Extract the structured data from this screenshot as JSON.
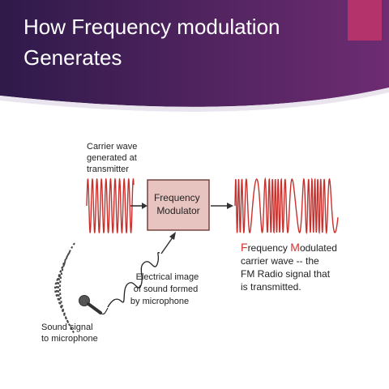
{
  "slide": {
    "title_line1": "How Frequency modulation",
    "title_line2": "Generates",
    "colors": {
      "header_dark": "#2f1a4a",
      "header_light": "#6e2c72",
      "accent": "#b5336b",
      "wave": "#c9302c",
      "modulator_box": "#e8c4c0"
    }
  },
  "diagram": {
    "carrier_label": [
      "Carrier wave",
      "generated at",
      "transmitter"
    ],
    "modulator_label": [
      "Frequency",
      "Modulator"
    ],
    "electrical_label": [
      "Electrical image",
      "of sound formed",
      "by microphone"
    ],
    "sound_label": [
      "Sound signal",
      "to microphone"
    ],
    "fm_label": {
      "line1_F": "F",
      "line1_a": "requency ",
      "line1_M": "M",
      "line1_b": "odulated",
      "line2": "carrier wave -- the",
      "line3": "FM Radio signal that",
      "line4": "is transmitted."
    },
    "icons": {
      "microphone": "microphone-icon",
      "sound_waves": "sound-waves-icon",
      "arrow": "arrow-icon"
    }
  }
}
